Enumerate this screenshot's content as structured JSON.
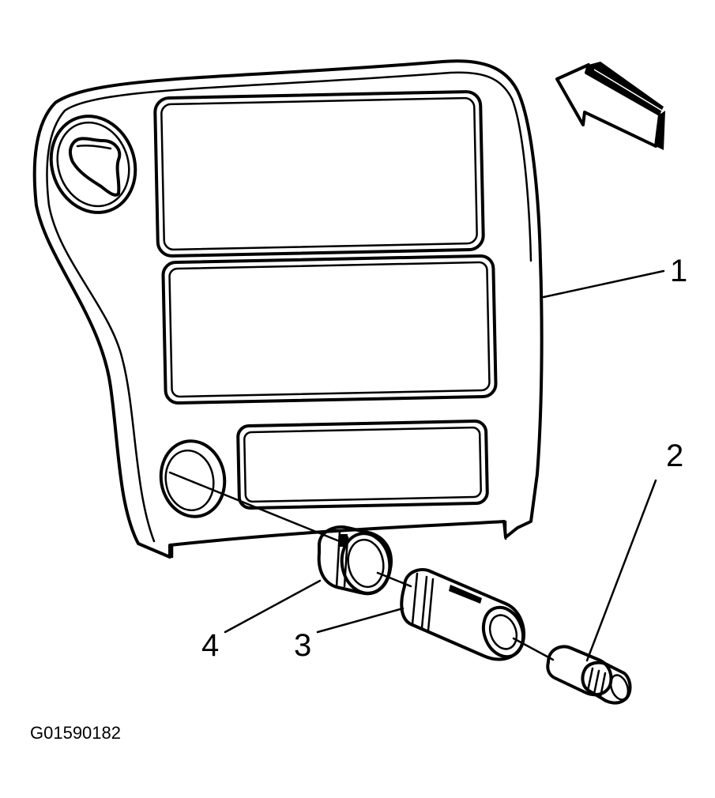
{
  "callouts": [
    {
      "id": "1",
      "label": "1"
    },
    {
      "id": "2",
      "label": "2"
    },
    {
      "id": "3",
      "label": "3"
    },
    {
      "id": "4",
      "label": "4"
    }
  ],
  "figure_code": "G01590182",
  "icons": [
    "direction-arrow-icon",
    "knob-icon"
  ],
  "colors": {
    "ink": "#000000",
    "background": "#ffffff"
  }
}
